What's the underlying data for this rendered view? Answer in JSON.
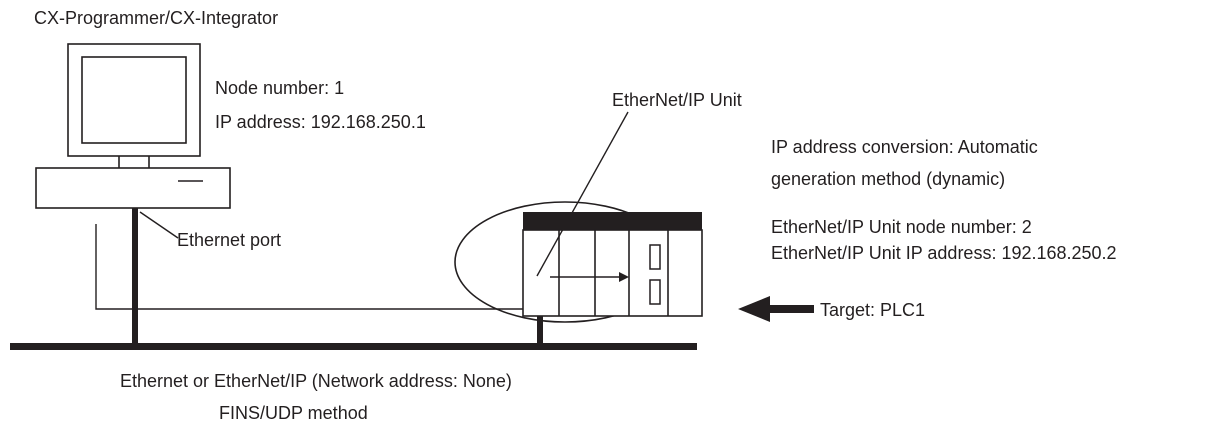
{
  "software_label": "CX-Programmer/CX-Integrator",
  "computer": {
    "node_number": "Node number: 1",
    "ip_address": "IP address: 192.168.250.1",
    "port_label": "Ethernet port"
  },
  "unit_label": "EtherNet/IP Unit",
  "conversion": {
    "line1": "IP address conversion: Automatic",
    "line2": "generation method (dynamic)"
  },
  "unit_info": {
    "node_number": "EtherNet/IP Unit node number: 2",
    "ip_address": "EtherNet/IP Unit IP address: 192.168.250.2"
  },
  "target_label": "Target: PLC1",
  "network_label": "Ethernet or EtherNet/IP (Network address: None)",
  "method_label": "FINS/UDP method",
  "colors": {
    "line": "#231f20",
    "background": "#ffffff"
  }
}
